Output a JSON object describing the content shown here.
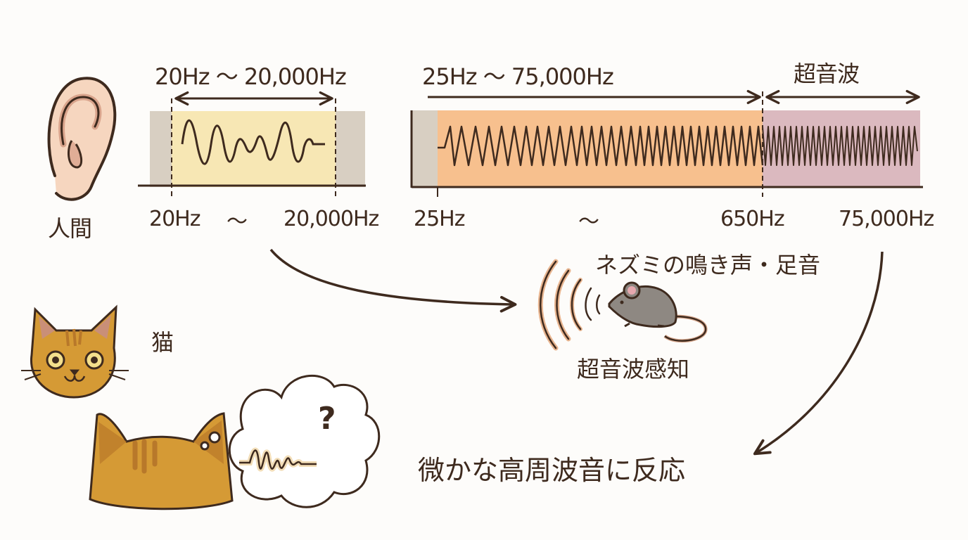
{
  "human": {
    "label": "人間",
    "range_title": "20Hz ～ 20,000Hz",
    "axis_min": "20Hz",
    "axis_tilde": "～",
    "axis_max": "20,000Hz",
    "band_color": "#f7e7b4",
    "margin_color": "#d8cfc2"
  },
  "cat": {
    "label": "猫",
    "range_title": "25Hz ～ 75,000Hz",
    "ultrasonic_title": "超音波",
    "axis_min": "25Hz",
    "axis_tilde": "～",
    "axis_mid": "650Hz",
    "axis_max": "75,000Hz",
    "audible_color": "#f7c08e",
    "ultrasonic_color": "#dbb9bf",
    "margin_color": "#d8cfc2"
  },
  "mouse": {
    "caption_top": "ネズミの鳴き声・足音",
    "caption_bottom": "超音波感知"
  },
  "reaction": {
    "caption": "微かな高周波音に反応",
    "thought_symbol": "?"
  },
  "colors": {
    "ink": "#3e2a1e",
    "cat_fur": "#d59a35",
    "cat_stripe": "#b8782a",
    "mouse_body": "#8e8882",
    "ear_skin": "#f6d6bf"
  },
  "chart_data": {
    "type": "table",
    "title": "Hearing range: human vs cat",
    "rows": [
      {
        "subject": "人間",
        "min_hz": 20,
        "max_hz": 20000,
        "range_label": "20Hz ～ 20,000Hz"
      },
      {
        "subject": "猫",
        "min_hz": 25,
        "max_hz": 75000,
        "range_label": "25Hz ～ 75,000Hz",
        "marker_hz": 650,
        "ultrasonic_label": "超音波"
      }
    ],
    "annotations": [
      "ネズミの鳴き声・足音",
      "超音波感知",
      "微かな高周波音に反応"
    ]
  }
}
